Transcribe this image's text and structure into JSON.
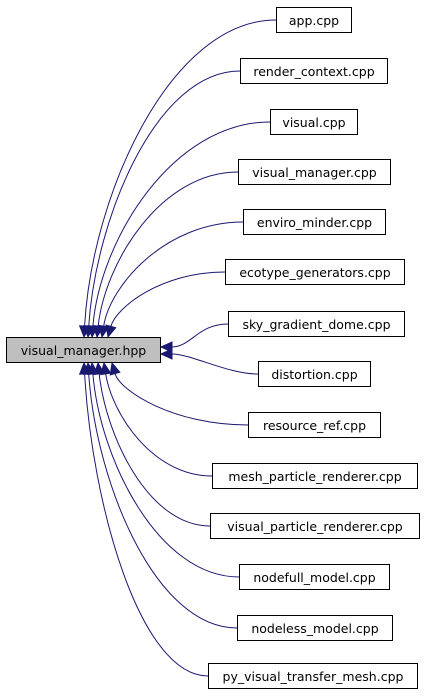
{
  "colors": {
    "edge": "#191970",
    "node_border": "#000000",
    "node_fill": "#ffffff",
    "root_fill": "#bfbfbf"
  },
  "root": {
    "label": "visual_manager.hpp"
  },
  "includers": [
    {
      "label": "app.cpp"
    },
    {
      "label": "render_context.cpp"
    },
    {
      "label": "visual.cpp"
    },
    {
      "label": "visual_manager.cpp"
    },
    {
      "label": "enviro_minder.cpp"
    },
    {
      "label": "ecotype_generators.cpp"
    },
    {
      "label": "sky_gradient_dome.cpp"
    },
    {
      "label": "distortion.cpp"
    },
    {
      "label": "resource_ref.cpp"
    },
    {
      "label": "mesh_particle_renderer.cpp"
    },
    {
      "label": "visual_particle_renderer.cpp"
    },
    {
      "label": "nodefull_model.cpp"
    },
    {
      "label": "nodeless_model.cpp"
    },
    {
      "label": "py_visual_transfer_mesh.cpp"
    }
  ]
}
